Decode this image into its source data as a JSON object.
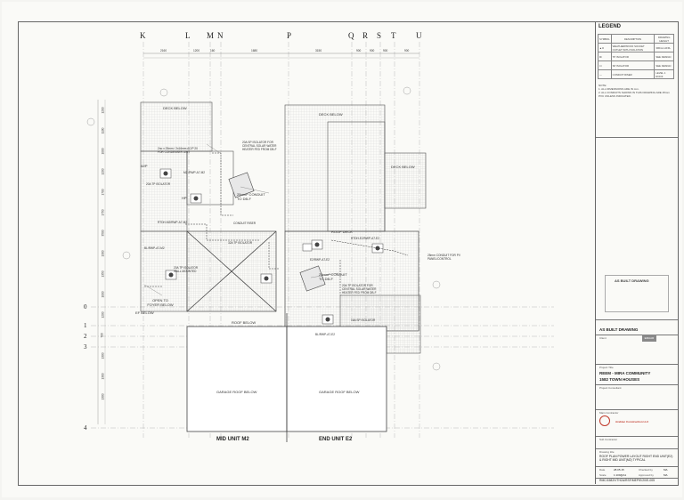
{
  "grid_letters": [
    "K",
    "L",
    "M",
    "N",
    "P",
    "Q",
    "R",
    "S",
    "T",
    "U"
  ],
  "grid_dims": [
    "2160",
    "1200",
    "160",
    "1680",
    "3150",
    "900",
    "900",
    "900",
    "900"
  ],
  "row_numbers": [
    "0",
    "1",
    "2",
    "3",
    "4"
  ],
  "side_dims": [
    "1200",
    "1100",
    "1000",
    "1200",
    "1700",
    "1750",
    "3500",
    "1300",
    "1350",
    "1000",
    "1200",
    "700",
    "1300",
    "1300",
    "1300"
  ],
  "plan_labels": {
    "deck_below_left": "DECK BELOW",
    "deck_below_right": "DECK BELOW",
    "deck_below_far_right": "DECK BELOW",
    "roof_deck": "ROOF DECK",
    "roof_below_left": "ROOF BELOW",
    "garage_left": "GARAGE ROOF BELOW",
    "garage_right": "GARAGE ROOF BELOW",
    "open_to_foyer": "OPEN TO FOYER BELOW",
    "ef_below": "EF BELOW",
    "conduit_left": "25mm² CONDUIT TO DB-F",
    "conduit_right": "25mm² CONDUIT TO DB-F",
    "conduit_riser": "CONDUIT RISER",
    "iso_20a": "20A TP ISOLATOR",
    "iso_32a": "32A TP ISOLATOR",
    "iso_16a": "16A SP ISOLATOR",
    "iso_wall": "20A TP ISOLATOR WALL MOUNTED",
    "iso_central": "20A TP ISOLATOR FOR CENTRAL SOLAR WATER HEATER FED FROM DB-F",
    "fed_top": "20A SP ISOLATOR FOR CENTRAL SOLAR WATER HEATER FED FROM DB-F",
    "solar_right": "25mm CONDUIT FOR PV PANEL/CONTROL",
    "cct1": "M2 /RWP-A7-M2",
    "cct2": "BL/RWP-A7-M2",
    "cct3": "E2/RWP-A7-E2",
    "cct4": "BL/RWP-A7-E2",
    "cct5": "RTDH-E2/RWP-A7-E2",
    "cct6": "RTDH-M2/RWP-A7-M2",
    "note_a": "2no x 25mm / 2x16mm AC/P 20 FOR CONDENSER UNIT",
    "hp_label": "HP",
    "wp_label": "W/P"
  },
  "unit_titles": {
    "left": "MID UNIT M2",
    "right": "END UNIT E2"
  },
  "legend": {
    "title": "LEGEND",
    "headers": [
      "SYMBOL",
      "DESCRIPTION",
      "DRAWING HEIGHT"
    ],
    "rows": [
      [
        "▲⊙",
        "WEATHERPROOF SOCKET OUTLET WITH ISOLATION",
        "300mm AFFL"
      ],
      [
        "⊠",
        "TP ISOLATOR",
        "SEE DESIGN"
      ],
      [
        "⊡",
        "SP ISOLATOR",
        "SEE DESIGN"
      ],
      [
        "—",
        "CONDUIT RISER",
        "LEVEL 1 ROOF"
      ]
    ]
  },
  "notes": {
    "heading": "NOTE:",
    "items": [
      "1. ALL DIMENSIONS ARE IN mm.",
      "2. ALL CONDUITS SHOWN IN THIS DRAWING ARE 25mm PVC UNLESS INDICATED."
    ]
  },
  "title_block": {
    "as_built_stamp": "AS BUILT DRAWING",
    "as_built_label": "AS BUILT DRAWING",
    "client_label": "Client",
    "client_name": "EMAAR",
    "project_label": "Project Title",
    "project_name": "REEM - MIRA COMMUNITY",
    "project_sub": "1582 TOWN HOUSES",
    "consultant_label": "Project Consultant",
    "contractor_label": "Main Contractor",
    "contractor_name": "Arabtec Construction LLC",
    "contractor_logo": "arabtec",
    "sub_label": "Sub Contractor",
    "drawing_title_label": "Drawing title",
    "drawing_title": "ROOF PLAN POWER LAYOUT RIGHT END UNIT(E2) & RIGHT MID UNIT(M2) TYPICAL",
    "scale_label": "Scale",
    "scale": "1:100@A1",
    "date_label": "Date",
    "date": "28.05.15",
    "drawn_by_label": "Drawn by",
    "drawn_by": "SB",
    "checked_label": "Checked by",
    "checked_by": "MA",
    "approved_label": "Approved by",
    "approved_by": "MA",
    "drawing_no_label": "Drawing no",
    "drawing_no": "RMC/1582/VTH2A/RSF/MEP/E/20/E-005",
    "sheet_label": "Sheet",
    "rev_label": "Rev",
    "rev": "0"
  }
}
